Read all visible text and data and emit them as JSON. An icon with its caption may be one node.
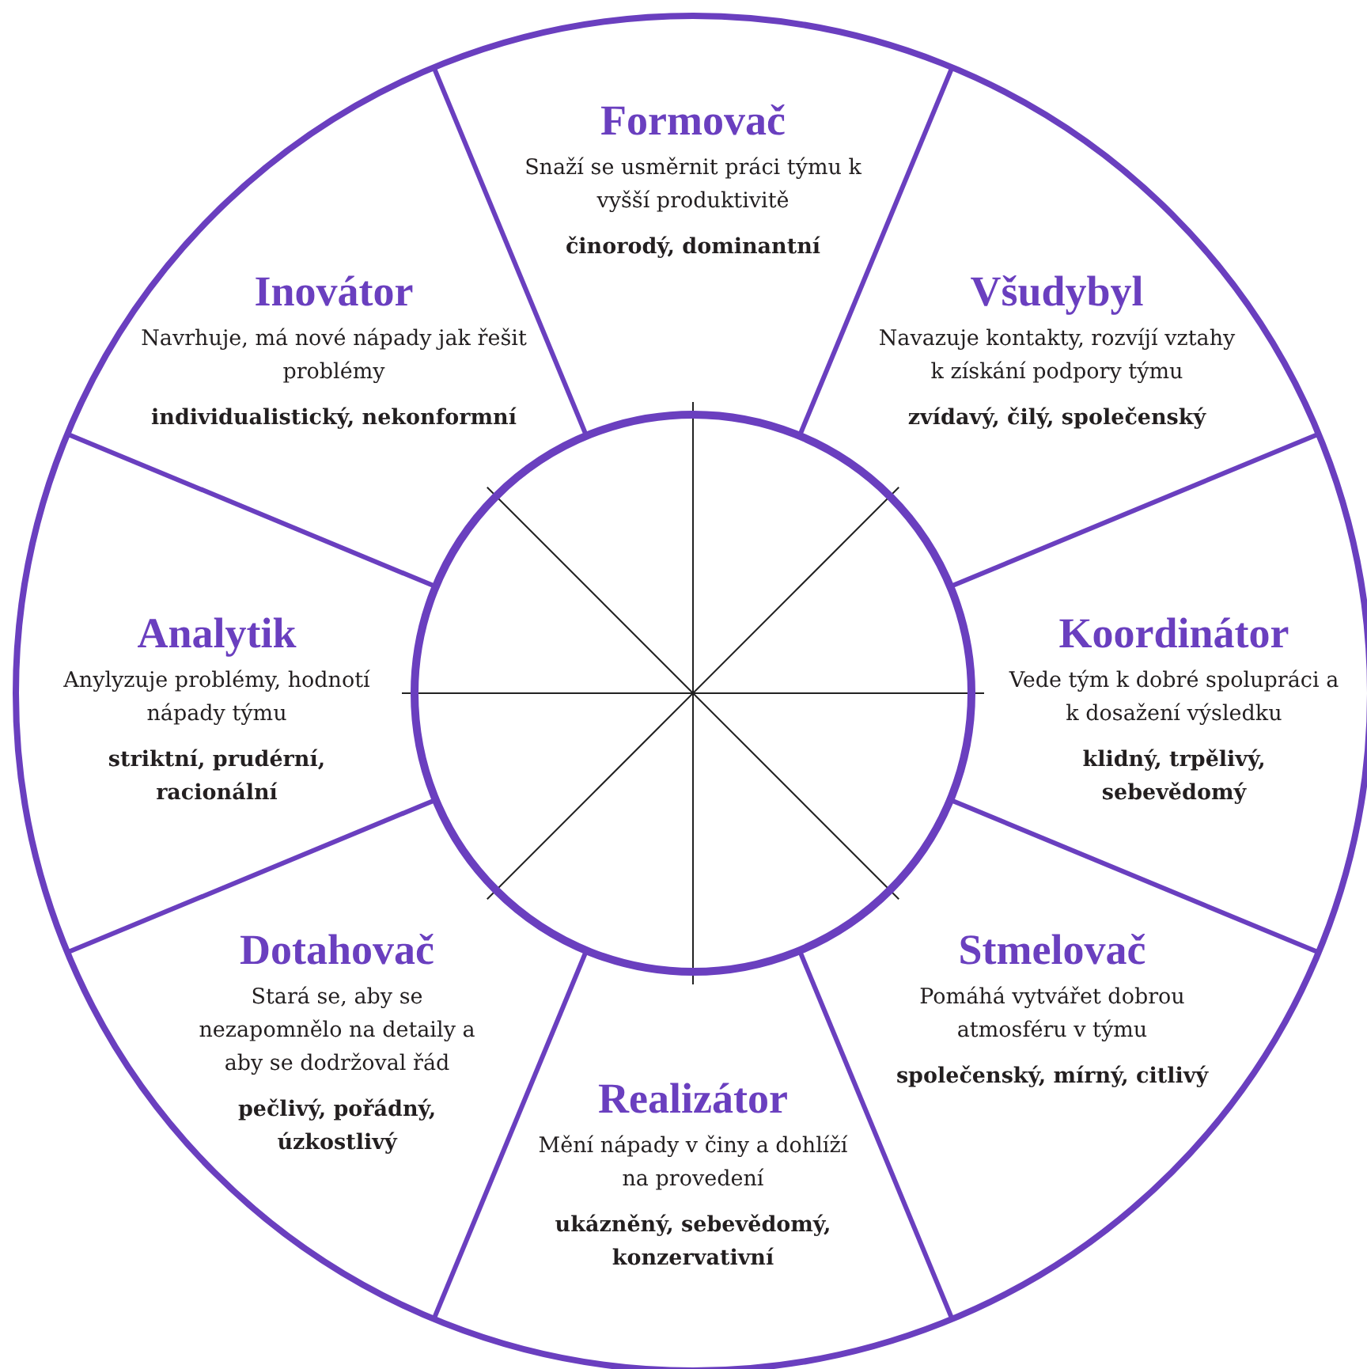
{
  "diagram": {
    "nodes": [
      {
        "text": [
          "Formovač",
          "Snaží se usměrnit práci týmu k vyšší produktivitě",
          "činorodý, dominantní"
        ]
      },
      {
        "text": [
          "Inovátor",
          "Navrhuje, má nové nápady jak řešit problémy",
          "individualistický, nekonformní"
        ]
      },
      {
        "text": [
          "Všudybyl",
          "Navazuje kontakty, rozvíjí vztahy k získání podpory týmu",
          "zvídavý, čilý, společenský"
        ]
      },
      {
        "text": [
          "Analytik",
          "Anylyzuje problémy, hodnotí nápady týmu",
          "striktní, prudérní, racionální"
        ]
      },
      {
        "text": [
          "Koordinátor",
          "Vede tým k dobré spolupráci a k dosažení výsledku",
          "klidný, trpělivý, sebevědomý"
        ]
      },
      {
        "text": [
          "Dotahovač",
          "Stará se, aby se nezapomnělo na detaily a aby se dodržoval řád",
          "pečlivý, pořádný, úzkostlivý"
        ]
      },
      {
        "text": [
          "Stmelovač",
          "Pomáhá vytvářet dobrou atmosféru v týmu",
          "společenský, mírný, citlivý"
        ]
      },
      {
        "text": [
          "Realizátor",
          "Mění nápady v činy a dohlíží na provedení",
          "ukázněný, sebevědomý, konzervativní"
        ]
      }
    ]
  }
}
